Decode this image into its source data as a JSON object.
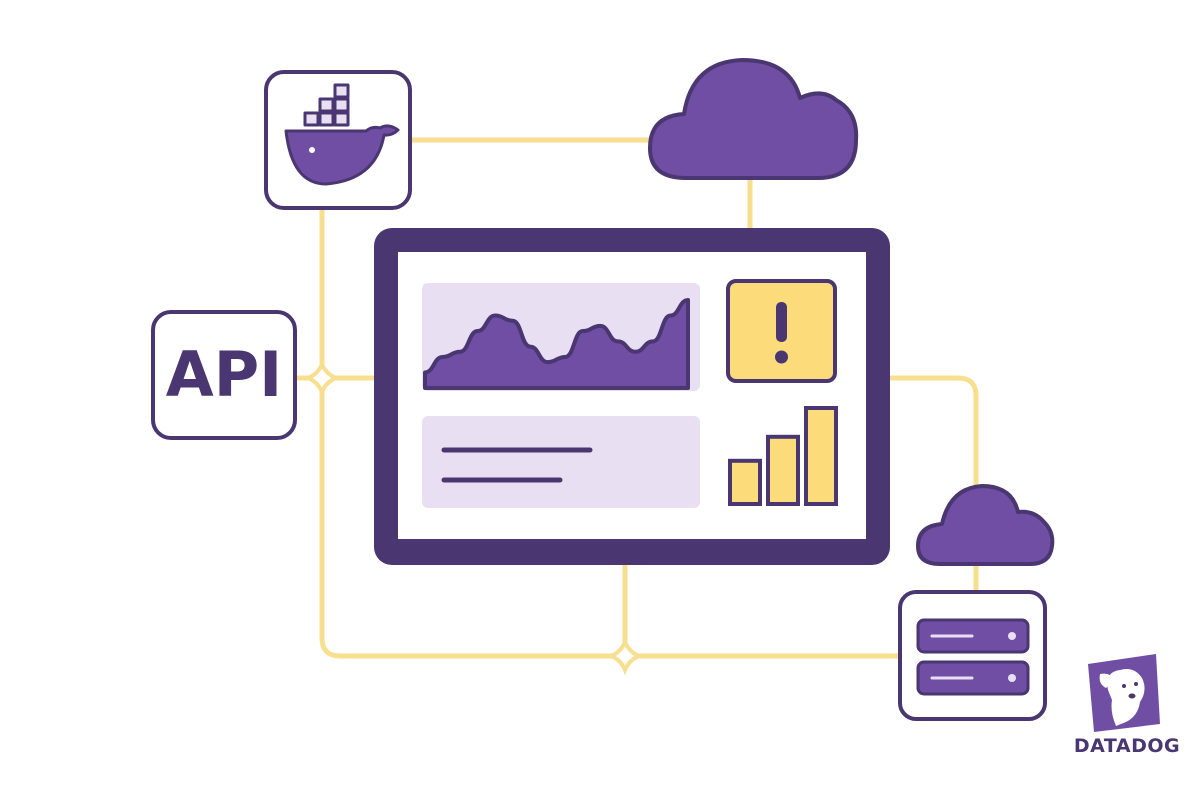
{
  "colors": {
    "purple": "#6f4ea3",
    "purple_dark": "#4a3670",
    "yellow": "#fcdc7a",
    "yellow_line": "#f8df8f",
    "lavender": "#e8e0f2",
    "white": "#ffffff"
  },
  "nodes": {
    "docker": {
      "icon": "docker-whale-icon"
    },
    "cloud_top": {
      "icon": "cloud-icon"
    },
    "api": {
      "label": "API"
    },
    "dashboard": {
      "icon": "monitor-dashboard-icon",
      "panels": [
        "area-chart-panel",
        "alert-panel",
        "text-lines-panel",
        "bar-chart-panel"
      ],
      "alert_symbol": "!"
    },
    "cloud_small": {
      "icon": "cloud-icon"
    },
    "server": {
      "icon": "server-rack-icon"
    }
  },
  "brand": {
    "name": "DATADOG",
    "icon": "datadog-dog-logo-icon"
  },
  "area_chart": {
    "type": "area",
    "values": [
      15,
      30,
      35,
      55,
      70,
      65,
      40,
      25,
      30,
      55,
      60,
      45,
      35,
      45,
      70,
      85
    ]
  },
  "bar_chart": {
    "type": "bar",
    "values": [
      45,
      70,
      100
    ]
  }
}
